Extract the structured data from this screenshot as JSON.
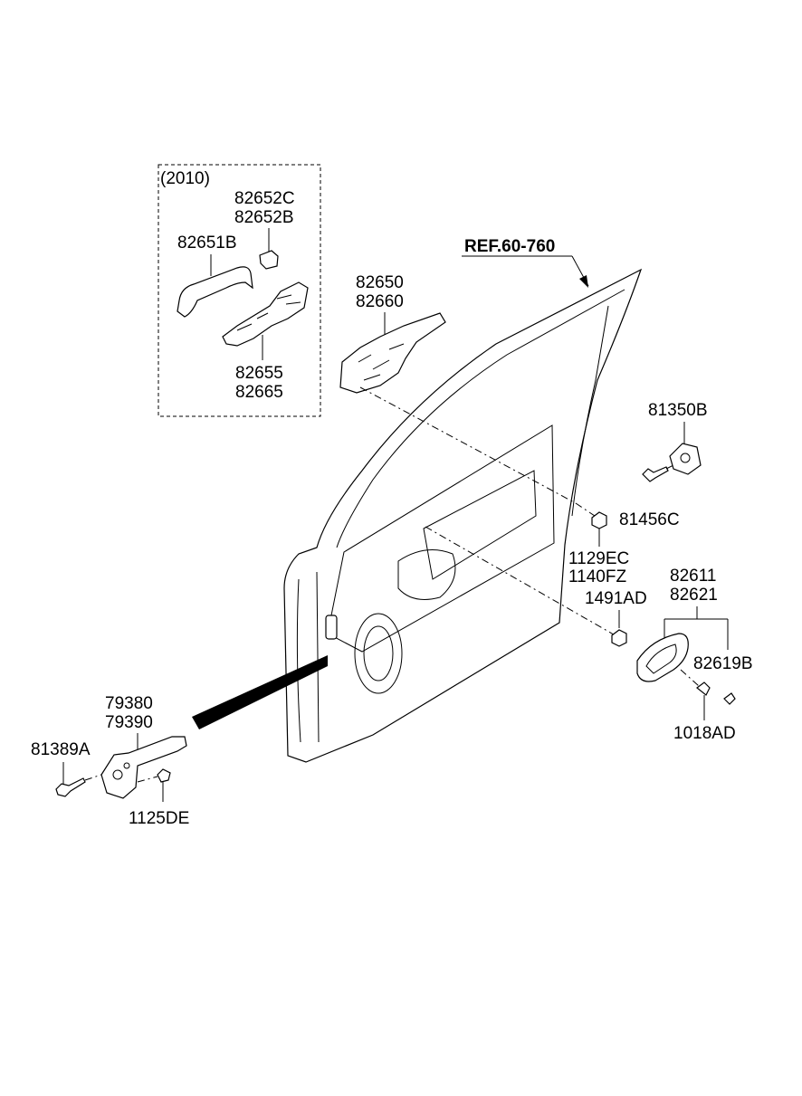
{
  "diagram": {
    "reference": "REF.60-760",
    "option_group": "(2010)",
    "labels": {
      "p82652c": "82652C",
      "p82652b": "82652B",
      "p82651b": "82651B",
      "p82655": "82655",
      "p82665": "82665",
      "p82650": "82650",
      "p82660": "82660",
      "p81350b": "81350B",
      "p81456c": "81456C",
      "p1129ec": "1129EC",
      "p1140fz": "1140FZ",
      "p82611": "82611",
      "p82621": "82621",
      "p1491ad": "1491AD",
      "p82619b": "82619B",
      "p1018ad": "1018AD",
      "p79380": "79380",
      "p79390": "79390",
      "p81389a": "81389A",
      "p1125de": "1125DE"
    }
  }
}
